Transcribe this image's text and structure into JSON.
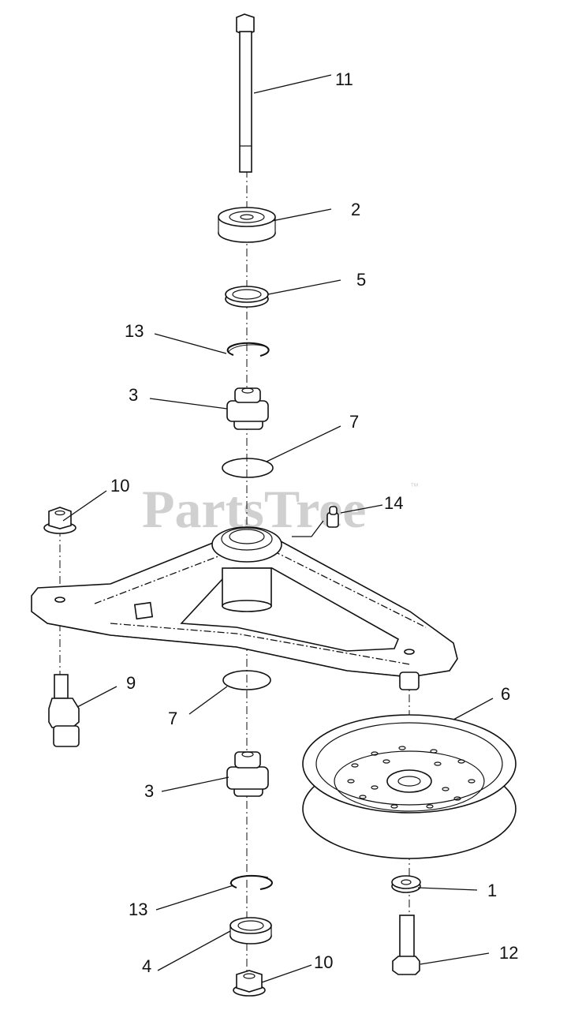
{
  "watermark": {
    "brand": "PartsTree",
    "trademark": "™"
  },
  "callouts": [
    {
      "id": "c-11a",
      "label": "11"
    },
    {
      "id": "c-2",
      "label": "2"
    },
    {
      "id": "c-5",
      "label": "5"
    },
    {
      "id": "c-13a",
      "label": "13"
    },
    {
      "id": "c-3a",
      "label": "3"
    },
    {
      "id": "c-7a",
      "label": "7"
    },
    {
      "id": "c-10a",
      "label": "10"
    },
    {
      "id": "c-14",
      "label": "14"
    },
    {
      "id": "c-9",
      "label": "9"
    },
    {
      "id": "c-7b",
      "label": "7"
    },
    {
      "id": "c-6",
      "label": "6"
    },
    {
      "id": "c-3b",
      "label": "3"
    },
    {
      "id": "c-13b",
      "label": "13"
    },
    {
      "id": "c-1",
      "label": "1"
    },
    {
      "id": "c-12",
      "label": "12"
    },
    {
      "id": "c-4",
      "label": "4"
    },
    {
      "id": "c-10b",
      "label": "10"
    }
  ]
}
